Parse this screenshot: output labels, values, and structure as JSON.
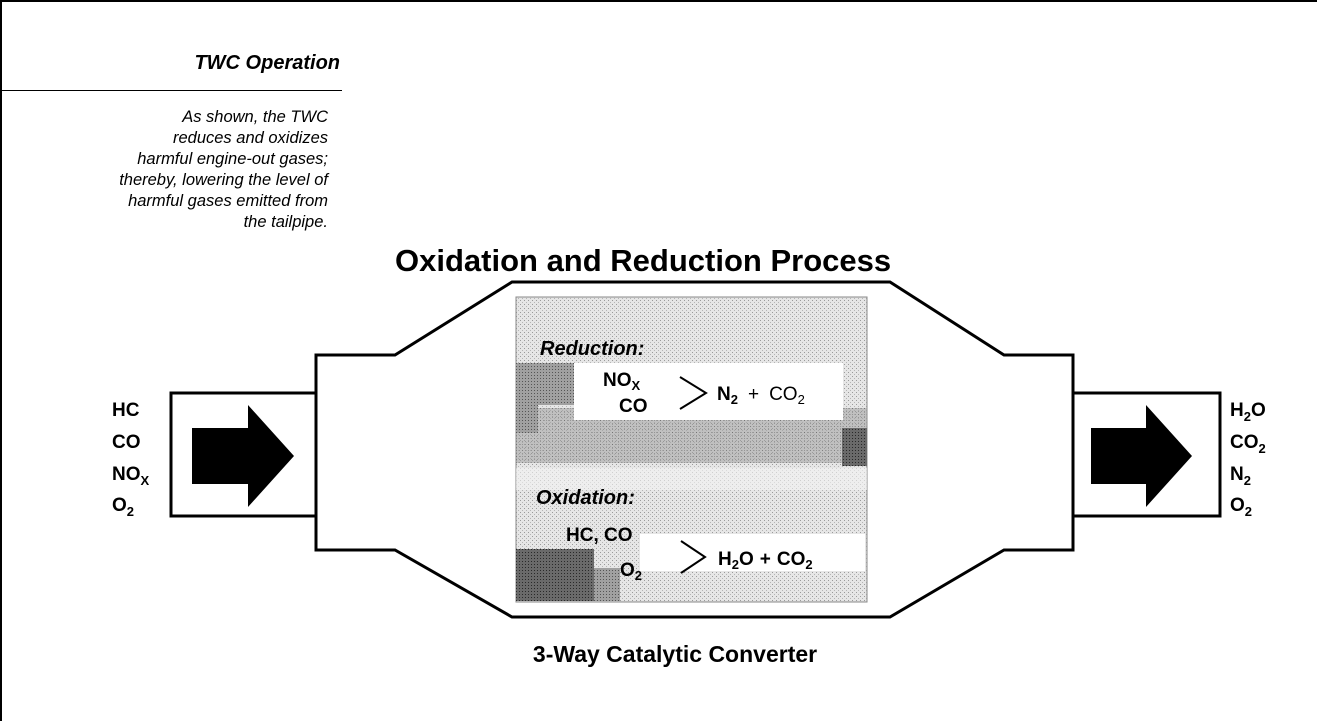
{
  "sidebar": {
    "title": "TWC Operation",
    "text_lines": [
      "As shown, the TWC",
      "reduces and oxidizes",
      "harmful engine-out gases;",
      "thereby, lowering the level of",
      "harmful gases emitted from",
      "the tailpipe."
    ]
  },
  "diagram": {
    "title": "Oxidation and Reduction Process",
    "caption": "3-Way Catalytic Converter",
    "inputs": [
      {
        "base": "HC",
        "sub": ""
      },
      {
        "base": "CO",
        "sub": ""
      },
      {
        "base": "NO",
        "sub": "X"
      },
      {
        "base": "O",
        "sub": "2"
      }
    ],
    "outputs": [
      {
        "base": "H",
        "sub": "2",
        "rest": "O"
      },
      {
        "base": "CO",
        "sub": "2",
        "rest": ""
      },
      {
        "base": "N",
        "sub": "2",
        "rest": ""
      },
      {
        "base": "O",
        "sub": "2",
        "rest": ""
      }
    ],
    "reduction": {
      "label": "Reduction:",
      "reactant_1": {
        "base": "NO",
        "sub": "X"
      },
      "reactant_2": "CO",
      "product": {
        "p1": "N",
        "p1_sub": "2",
        "sep": "+",
        "p2": "CO",
        "p2_sub": "2"
      }
    },
    "oxidation": {
      "label": "Oxidation:",
      "reactant_1": "HC, CO",
      "reactant_2": {
        "base": "O",
        "sub": "2"
      },
      "product": {
        "p1": "H",
        "p1_sub": "2",
        "p1_rest": "O",
        "sep": "+",
        "p2": "CO",
        "p2_sub": "2"
      }
    }
  }
}
